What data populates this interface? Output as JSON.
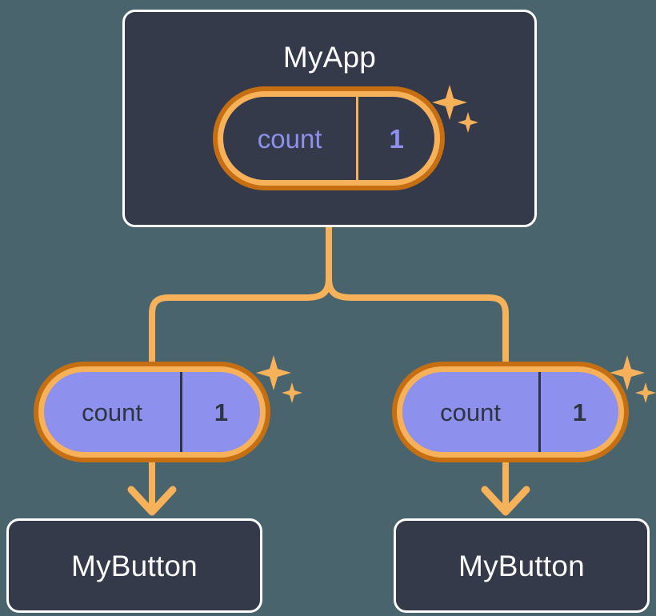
{
  "diagram": {
    "type": "component-state-tree",
    "background_color": "#4a646e",
    "accent_color": "#f7b259",
    "accent_dark_color": "#c66f12",
    "state_color": "#8e90ee",
    "card_color": "#343a4a",
    "root": {
      "label": "MyApp",
      "state": {
        "key": "count",
        "value": "1"
      },
      "sparkle": "sparkle-icon"
    },
    "children": [
      {
        "label": "MyButton",
        "state": {
          "key": "count",
          "value": "1"
        },
        "sparkle": "sparkle-icon"
      },
      {
        "label": "MyButton",
        "state": {
          "key": "count",
          "value": "1"
        },
        "sparkle": "sparkle-icon"
      }
    ]
  }
}
